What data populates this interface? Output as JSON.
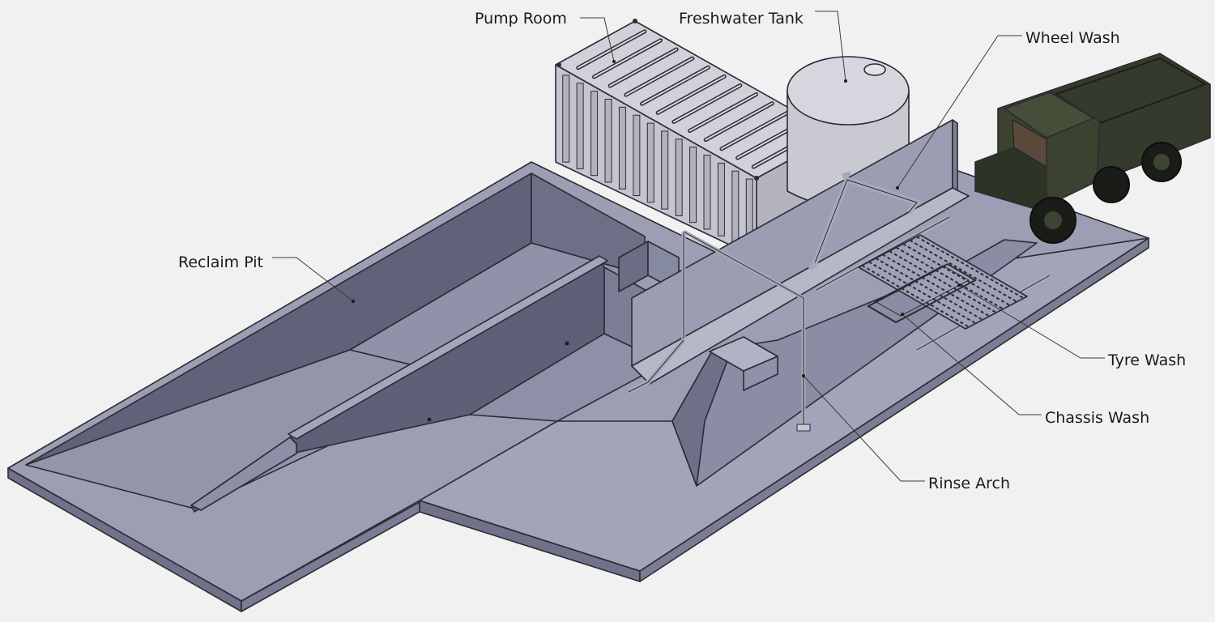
{
  "diagram": {
    "labels": {
      "pump_room": "Pump Room",
      "freshwater_tank": "Freshwater Tank",
      "wheel_wash": "Wheel Wash",
      "reclaim_pit": "Reclaim Pit",
      "tyre_wash": "Tyre Wash",
      "chassis_wash": "Chassis Wash",
      "rinse_arch": "Rinse Arch"
    },
    "colors": {
      "background": "#f2f1f1",
      "slab_top": "#9c9eb3",
      "slab_side": "#73768c",
      "pit_floor": "#8f92a8",
      "pit_wall_dark": "#5f6278",
      "pit_wall_mid": "#7b7e94",
      "container": "#c4c5ce",
      "tank": "#c8c9d1",
      "truck": "#2f3527",
      "pipe": "#a7aabb"
    }
  }
}
